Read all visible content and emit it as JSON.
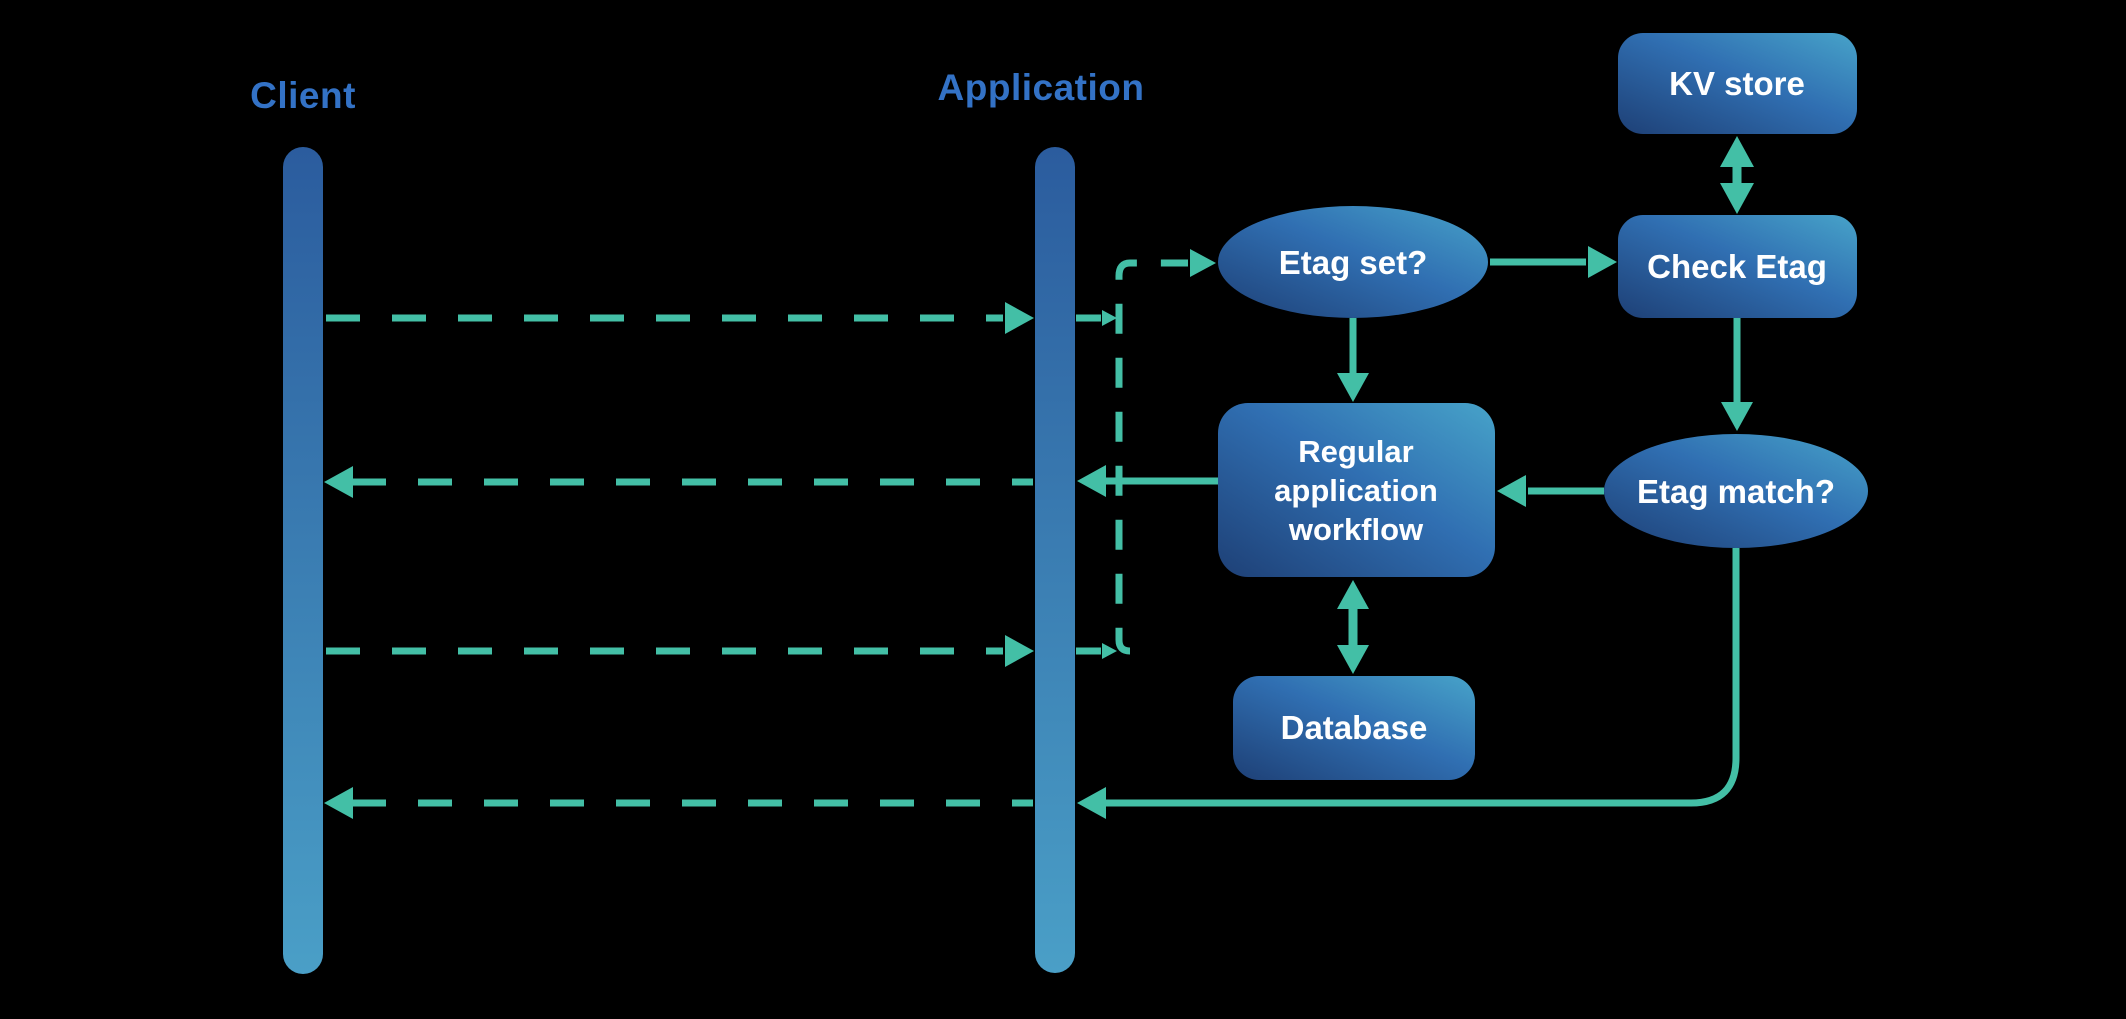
{
  "diagram": {
    "title_hint": "Etag caching sequence diagram",
    "client_label": "Client",
    "application_label": "Application",
    "nodes": {
      "kv_store": "KV store",
      "check_etag": "Check Etag",
      "etag_set": "Etag set?",
      "etag_match": "Etag match?",
      "workflow": {
        "line1": "Regular",
        "line2": "application",
        "line3": "workflow"
      },
      "database": "Database"
    },
    "colors": {
      "background": "#000000",
      "lifeline_label": "#3372C6",
      "arrow": "#43BFA6",
      "node_gradient_start": "#1E4076",
      "node_gradient_mid": "#306FB2",
      "node_gradient_end": "#47A3C9",
      "lifeline_gradient_top": "#2B5C9E",
      "lifeline_gradient_bottom": "#4A9FC7",
      "node_text": "#FFFFFF"
    }
  }
}
